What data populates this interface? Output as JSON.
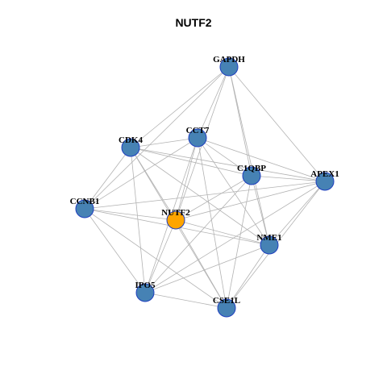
{
  "title": "NUTF2",
  "colors": {
    "gene": "#4682b4",
    "query": "#ffa500",
    "edge": "#b3b3b3",
    "node_border": "#1f3fbf"
  },
  "nodes": [
    {
      "id": "GAPDH",
      "label": "GAPDH",
      "query": false
    },
    {
      "id": "CDK4",
      "label": "CDK4",
      "query": false
    },
    {
      "id": "CCT7",
      "label": "CCT7",
      "query": false
    },
    {
      "id": "C1QBP",
      "label": "C1QBP",
      "query": false
    },
    {
      "id": "APEX1",
      "label": "APEX1",
      "query": false
    },
    {
      "id": "CCNB1",
      "label": "CCNB1",
      "query": false
    },
    {
      "id": "NUTF2",
      "label": "NUTF2",
      "query": true
    },
    {
      "id": "NME1",
      "label": "NME1",
      "query": false
    },
    {
      "id": "IPO5",
      "label": "IPO5",
      "query": false
    },
    {
      "id": "CSE1L",
      "label": "CSE1L",
      "query": false
    }
  ],
  "edges": [
    [
      "GAPDH",
      "CDK4"
    ],
    [
      "GAPDH",
      "CCT7"
    ],
    [
      "GAPDH",
      "C1QBP"
    ],
    [
      "GAPDH",
      "APEX1"
    ],
    [
      "GAPDH",
      "CCNB1"
    ],
    [
      "GAPDH",
      "NUTF2"
    ],
    [
      "GAPDH",
      "NME1"
    ],
    [
      "CDK4",
      "CCT7"
    ],
    [
      "CDK4",
      "C1QBP"
    ],
    [
      "CDK4",
      "APEX1"
    ],
    [
      "CDK4",
      "CCNB1"
    ],
    [
      "CDK4",
      "NUTF2"
    ],
    [
      "CDK4",
      "NME1"
    ],
    [
      "CDK4",
      "IPO5"
    ],
    [
      "CDK4",
      "CSE1L"
    ],
    [
      "CCT7",
      "C1QBP"
    ],
    [
      "CCT7",
      "APEX1"
    ],
    [
      "CCT7",
      "CCNB1"
    ],
    [
      "CCT7",
      "NUTF2"
    ],
    [
      "CCT7",
      "NME1"
    ],
    [
      "CCT7",
      "IPO5"
    ],
    [
      "CCT7",
      "CSE1L"
    ],
    [
      "C1QBP",
      "APEX1"
    ],
    [
      "C1QBP",
      "NUTF2"
    ],
    [
      "C1QBP",
      "NME1"
    ],
    [
      "C1QBP",
      "IPO5"
    ],
    [
      "C1QBP",
      "CSE1L"
    ],
    [
      "APEX1",
      "CCNB1"
    ],
    [
      "APEX1",
      "NUTF2"
    ],
    [
      "APEX1",
      "NME1"
    ],
    [
      "APEX1",
      "IPO5"
    ],
    [
      "APEX1",
      "CSE1L"
    ],
    [
      "CCNB1",
      "NUTF2"
    ],
    [
      "CCNB1",
      "NME1"
    ],
    [
      "CCNB1",
      "IPO5"
    ],
    [
      "CCNB1",
      "CSE1L"
    ],
    [
      "NUTF2",
      "NME1"
    ],
    [
      "NUTF2",
      "IPO5"
    ],
    [
      "NUTF2",
      "CSE1L"
    ],
    [
      "NME1",
      "IPO5"
    ],
    [
      "NME1",
      "CSE1L"
    ],
    [
      "IPO5",
      "CSE1L"
    ]
  ]
}
